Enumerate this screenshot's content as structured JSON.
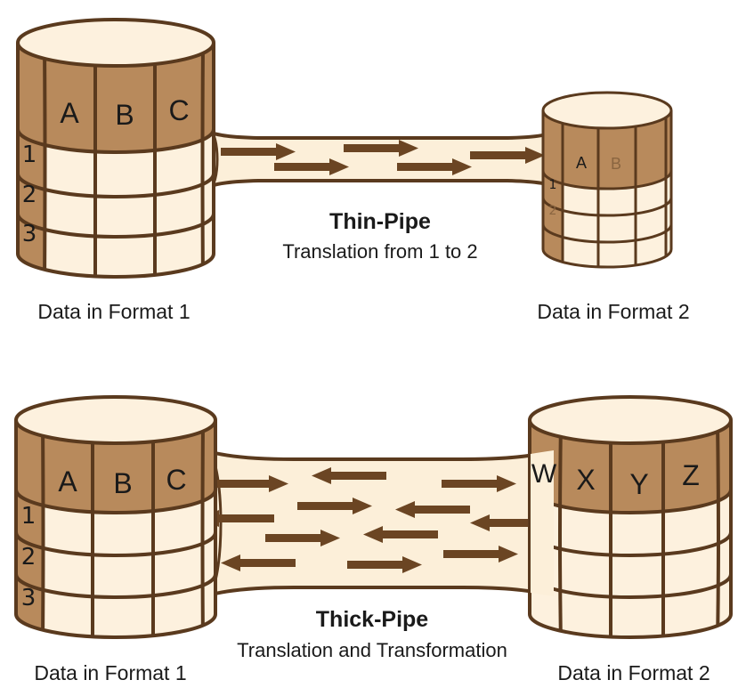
{
  "thin_pipe": {
    "title": "Thin-Pipe",
    "subtitle": "Translation from 1 to 2",
    "left_label": "Data in Format 1",
    "right_label": "Data in Format 2",
    "left_db": {
      "columns": [
        "A",
        "B",
        "C"
      ],
      "rows": [
        "1",
        "2",
        "3"
      ]
    },
    "right_db": {
      "columns": [
        "A",
        "B"
      ],
      "rows": [
        "1",
        "2"
      ]
    }
  },
  "thick_pipe": {
    "title": "Thick-Pipe",
    "subtitle": "Translation and Transformation",
    "left_label": "Data in Format 1",
    "right_label": "Data in Format 2",
    "left_db": {
      "columns": [
        "A",
        "B",
        "C"
      ],
      "rows": [
        "1",
        "2",
        "3"
      ]
    },
    "right_db": {
      "columns": [
        "W",
        "X",
        "Y",
        "Z"
      ],
      "rows": []
    }
  },
  "colors": {
    "outline": "#5a3a1e",
    "header_fill": "#b88a5c",
    "body_fill": "#fdf1de",
    "pipe_fill": "#fcefd9",
    "arrow": "#6b4523"
  }
}
